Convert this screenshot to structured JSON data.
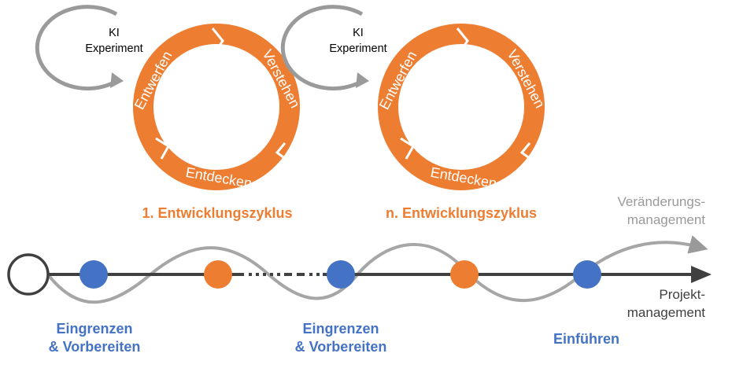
{
  "cycles": [
    {
      "experiment_line1": "KI",
      "experiment_line2": "Experiment",
      "segment_left": "Entwerfen",
      "segment_right": "Verstehen",
      "segment_bottom": "Entdecken",
      "title": "1. Entwicklungszyklus"
    },
    {
      "experiment_line1": "KI",
      "experiment_line2": "Experiment",
      "segment_left": "Entwerfen",
      "segment_right": "Verstehen",
      "segment_bottom": "Entdecken",
      "title": "n. Entwicklungszyklus"
    }
  ],
  "tracks": {
    "change_line1": "Veränderungs-",
    "change_line2": "management",
    "project_line1": "Projekt-",
    "project_line2": "management"
  },
  "phases": [
    {
      "line1": "Eingrenzen",
      "line2": "& Vorbereiten"
    },
    {
      "line1": "Eingrenzen",
      "line2": "& Vorbereiten"
    },
    {
      "line1": "Einführen"
    }
  ],
  "colors": {
    "orange": "#ED7D31",
    "blue": "#4472C4",
    "gray_dark": "#404040",
    "gray_light": "#A6A6A6",
    "gray_arrow": "#9A9A9A"
  }
}
